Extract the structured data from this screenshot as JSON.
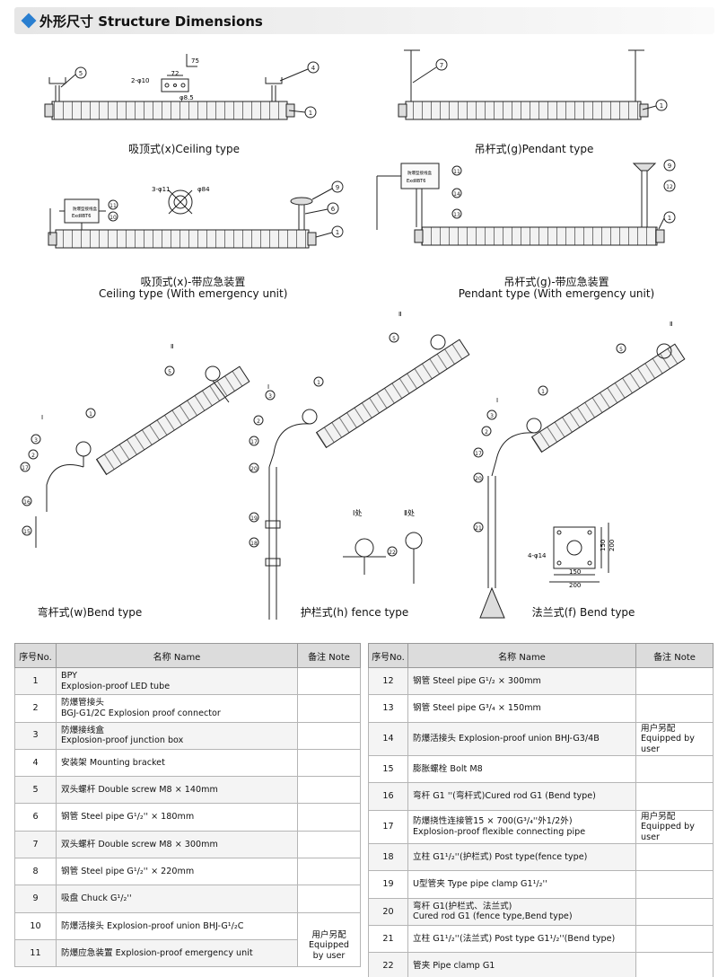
{
  "header": {
    "title": "外形尺寸 Structure Dimensions"
  },
  "diagram": {
    "dims": {
      "d1_72": "72",
      "d1_75": "75",
      "d1_2phi10": "2-φ10",
      "d1_phi85": "φ8.5",
      "d2_3phi11": "3-φ11",
      "d2_phi84": "φ84",
      "flange_4phi14": "4-φ14",
      "flange_150h": "150",
      "flange_200h": "200",
      "flange_150w": "150",
      "flange_200w": "200"
    },
    "box_label_1": "防爆型接线盒",
    "box_label_2": "ExdⅡBT6",
    "box_label_3": "防爆型接线盒",
    "box_label_4": "ExdⅡBT6",
    "detail_I": "Ⅰ",
    "detail_II": "Ⅱ",
    "detail_I_label": "Ⅰ处",
    "detail_II_label": "Ⅱ处"
  },
  "captions": {
    "ceiling": "吸顶式(x)Ceiling type",
    "pendant": "吊杆式(g)Pendant type",
    "ceiling_em_cn": "吸顶式(x)-带应急装置",
    "ceiling_em_en": "Ceiling type (With emergency unit)",
    "pendant_em_cn": "吊杆式(g)-带应急装置",
    "pendant_em_en": "Pendant type (With emergency unit)",
    "bend": "弯杆式(w)Bend type",
    "fence": "护栏式(h) fence type",
    "flange": "法兰式(f) Bend type"
  },
  "table": {
    "headers": {
      "no": "序号No.",
      "name": "名称 Name",
      "note": "备注 Note"
    },
    "left_rows": [
      {
        "no": "1",
        "name1": "BPY",
        "name2": "Explosion-proof LED tube"
      },
      {
        "no": "2",
        "name1": "防爆管接头",
        "name2": "BGJ-G1/2C Explosion proof connector"
      },
      {
        "no": "3",
        "name1": "防爆接线盒",
        "name2": "Explosion-proof junction box"
      },
      {
        "no": "4",
        "name1": "安装架 Mounting bracket",
        "name2": ""
      },
      {
        "no": "5",
        "name1": "双头螺杆 Double screw M8 × 140mm",
        "name2": ""
      },
      {
        "no": "6",
        "name1": "钢管 Steel pipe G¹/₂'' × 180mm",
        "name2": ""
      },
      {
        "no": "7",
        "name1": "双头螺杆 Double screw M8 × 300mm",
        "name2": ""
      },
      {
        "no": "8",
        "name1": "钢管 Steel pipe G¹/₂'' × 220mm",
        "name2": ""
      },
      {
        "no": "9",
        "name1": "吸盘 Chuck G¹/₂''",
        "name2": ""
      },
      {
        "no": "10",
        "name1": "防爆活接头 Explosion-proof union BHJ-G¹/₂C",
        "name2": ""
      },
      {
        "no": "11",
        "name1": "防爆应急装置 Explosion-proof emergency unit",
        "name2": ""
      }
    ],
    "left_note_1": "用户另配",
    "left_note_2": "Equipped by user",
    "right_rows": [
      {
        "no": "12",
        "name1": "钢管 Steel pipe G¹/₂ × 300mm",
        "name2": "",
        "note1": "",
        "note2": ""
      },
      {
        "no": "13",
        "name1": "钢管 Steel pipe G³/₄ × 150mm",
        "name2": "",
        "note1": "",
        "note2": ""
      },
      {
        "no": "14",
        "name1": "防爆活接头 Explosion-proof union BHJ-G3/4B",
        "name2": "",
        "note1": "用户另配",
        "note2": "Equipped by user"
      },
      {
        "no": "15",
        "name1": "膨胀螺栓 Bolt M8",
        "name2": "",
        "note1": "",
        "note2": ""
      },
      {
        "no": "16",
        "name1": "弯杆 G1 ''(弯杆式)Cured rod G1 (Bend type)",
        "name2": "",
        "note1": "",
        "note2": ""
      },
      {
        "no": "17",
        "name1": "防爆挠性连接管15 × 700(G³/₄''外1/2外)",
        "name2": "Explosion-proof flexible connecting pipe",
        "note1": "用户另配",
        "note2": "Equipped by user"
      },
      {
        "no": "18",
        "name1": "立柱 G1¹/₂''(护栏式) Post type(fence type)",
        "name2": "",
        "note1": "",
        "note2": ""
      },
      {
        "no": "19",
        "name1": "U型管夹 Type pipe clamp G1¹/₂''",
        "name2": "",
        "note1": "",
        "note2": ""
      },
      {
        "no": "20",
        "name1": "弯杆  G1(护栏式、法兰式)",
        "name2": "Cured rod G1 (fence type,Bend type)",
        "note1": "",
        "note2": ""
      },
      {
        "no": "21",
        "name1": "立柱 G1¹/₂''(法兰式) Post type G1¹/₂''(Bend type)",
        "name2": "",
        "note1": "",
        "note2": ""
      },
      {
        "no": "22",
        "name1": "管夹 Pipe clamp G1",
        "name2": "",
        "note1": "",
        "note2": ""
      }
    ]
  }
}
